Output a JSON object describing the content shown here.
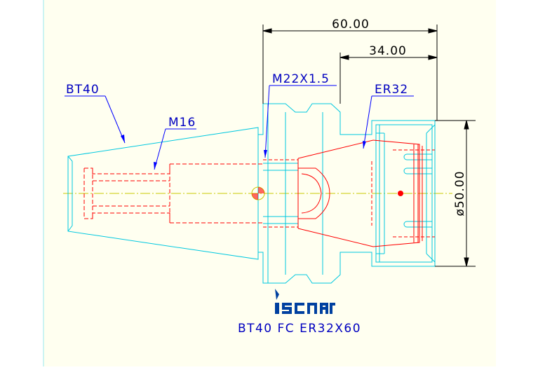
{
  "colors": {
    "background": "#FFFFF0",
    "dimension": "#000000",
    "outline": "#00C8E0",
    "hidden": "#FF0000",
    "centerline": "#C8C800",
    "leader": "#0000FF",
    "label_text": "#0000C0",
    "logo": "#0040A0"
  },
  "dimensions": {
    "overall_length": "60.00",
    "collet_length": "34.00",
    "diameter": "ø50.00"
  },
  "callouts": {
    "taper": "BT40",
    "thread_small": "M16",
    "thread_large": "M22X1.5",
    "collet": "ER32"
  },
  "logo": {
    "text": "iscar",
    "icon": "iscar-logo-icon"
  },
  "caption": "BT40 FC ER32X60"
}
